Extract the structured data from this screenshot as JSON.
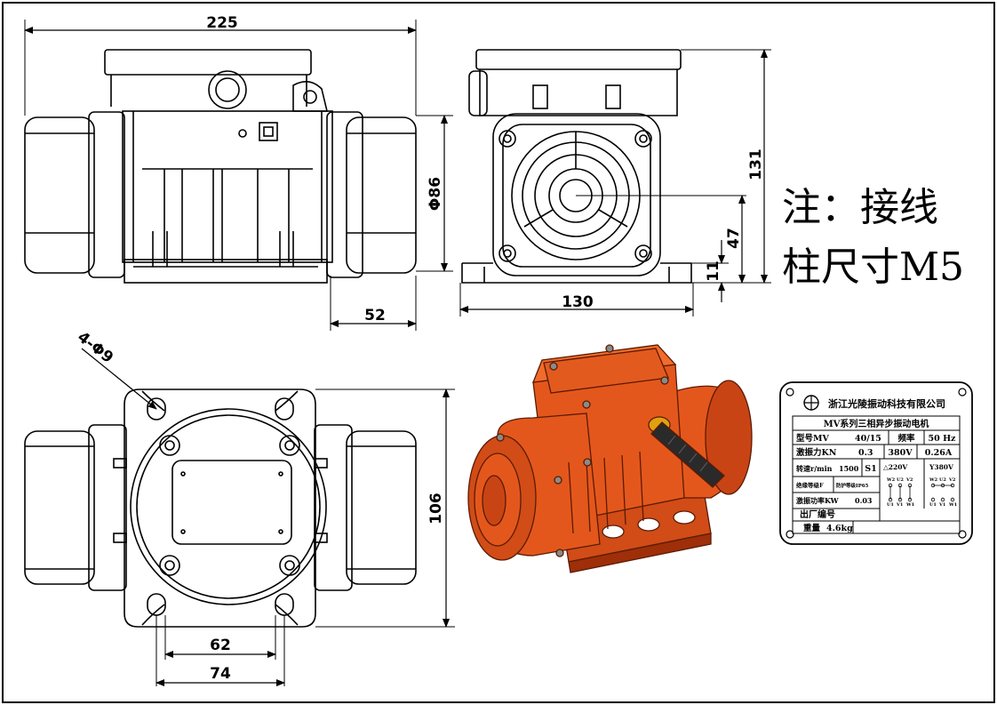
{
  "dimensions": {
    "top_width": "225",
    "diameter": "Φ86",
    "overhang": "52",
    "front_width": "130",
    "height_total": "131",
    "axis_height": "47",
    "base_height": "11",
    "holes": "4-Φ9",
    "base_height_side": "106",
    "hole_spacing_inner": "62",
    "hole_spacing_outer": "74"
  },
  "note": {
    "line1": "注：接线",
    "line2": "柱尺寸M5"
  },
  "nameplate": {
    "company": "浙江光陵振动科技有限公司",
    "series": "MV系列三相异步振动电机",
    "model_label": "型号MV",
    "model_value": "40/15",
    "freq_label": "频率",
    "freq_value": "50 Hz",
    "force_label": "激振力KN",
    "force_value": "0.3",
    "voltage": "380V",
    "current": "0.26A",
    "speed_label": "转速r/min",
    "speed_value": "1500",
    "duty": "S1",
    "delta_voltage": "△220V",
    "star_voltage": "Y380V",
    "insulation": "绝缘等级F",
    "protection": "防护等级IP65",
    "power_label": "激振功率KW",
    "power_value": "0.03",
    "serial_label": "出厂编号",
    "weight_label": "重量",
    "weight_value": "4.6kg",
    "term_top": [
      "W2",
      "U2",
      "V2"
    ],
    "term_bottom": [
      "U1",
      "V1",
      "W1"
    ]
  },
  "colors": {
    "line": "#000000",
    "motor": "#e4571c",
    "motor_dark": "#9e2f08"
  }
}
